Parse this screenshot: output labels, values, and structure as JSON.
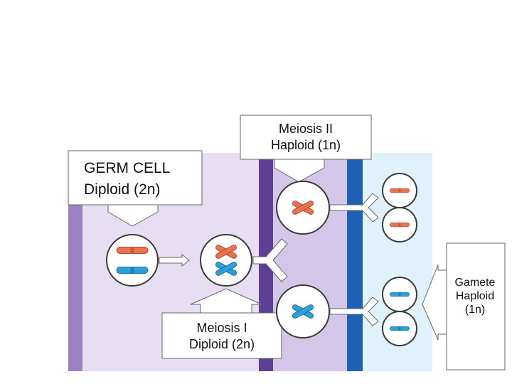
{
  "labels": {
    "germ_cell": {
      "title": "GERM CELL",
      "subtitle": "Diploid (2n)"
    },
    "meiosis_ii": {
      "title": "Meiosis II",
      "subtitle": "Haploid (1n)"
    },
    "meiosis_i": {
      "title": "Meiosis I",
      "subtitle": "Diploid (2n)"
    },
    "gamete": {
      "title": "Gamete",
      "subtitle": "Haploid",
      "ploidy": "(1n)"
    }
  },
  "colors": {
    "chromosome_maternal": "#e8734f",
    "chromosome_paternal": "#2e9fd8",
    "band_left": "#9c82c2",
    "band_dark": "#5d3f95",
    "band_blue": "#1f5fb4",
    "panel_lilac": "#e3d8f1",
    "panel_blue": "#dff1fb"
  }
}
